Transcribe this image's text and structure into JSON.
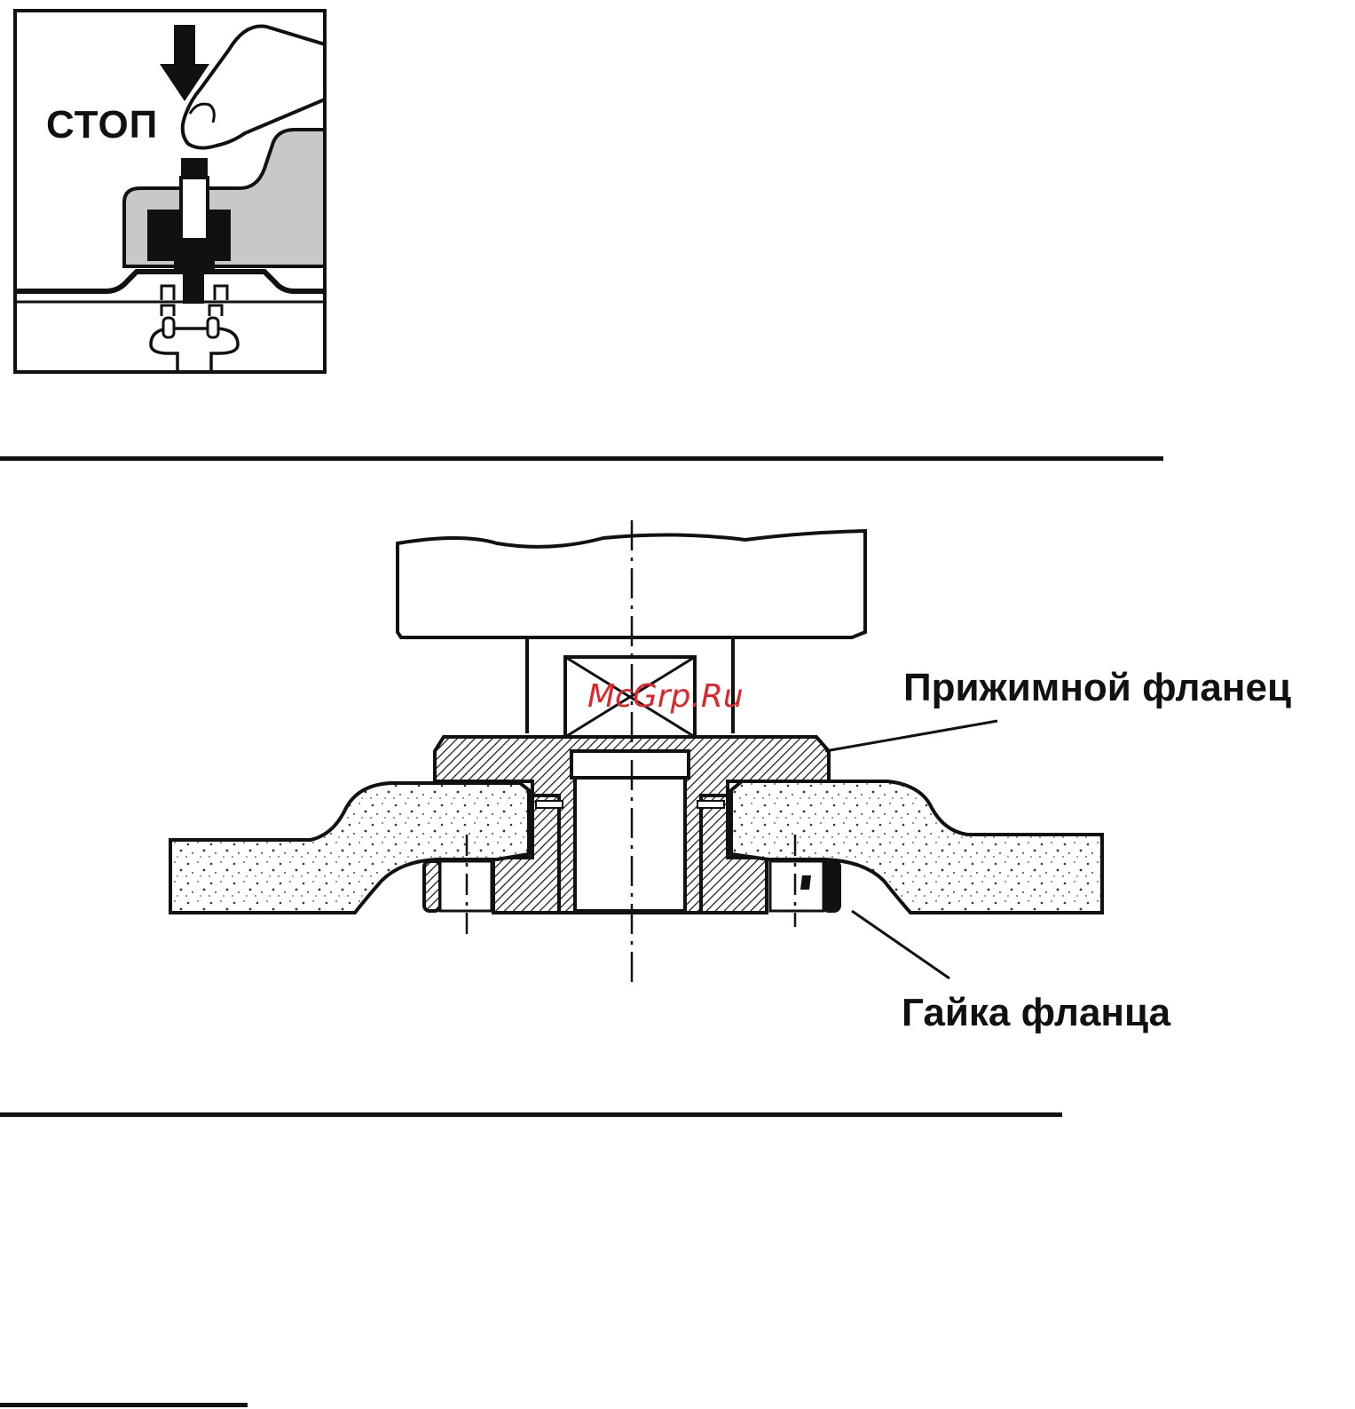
{
  "figure1": {
    "stop_label": "СТОП"
  },
  "figure2": {
    "label_pressure_flange": "Прижимной фланец",
    "label_flange_nut": "Гайка фланца",
    "watermark": "McGrp.Ru"
  },
  "colors": {
    "ink": "#111111",
    "shade": "#c8c8c8",
    "watermark": "#e0262b"
  }
}
